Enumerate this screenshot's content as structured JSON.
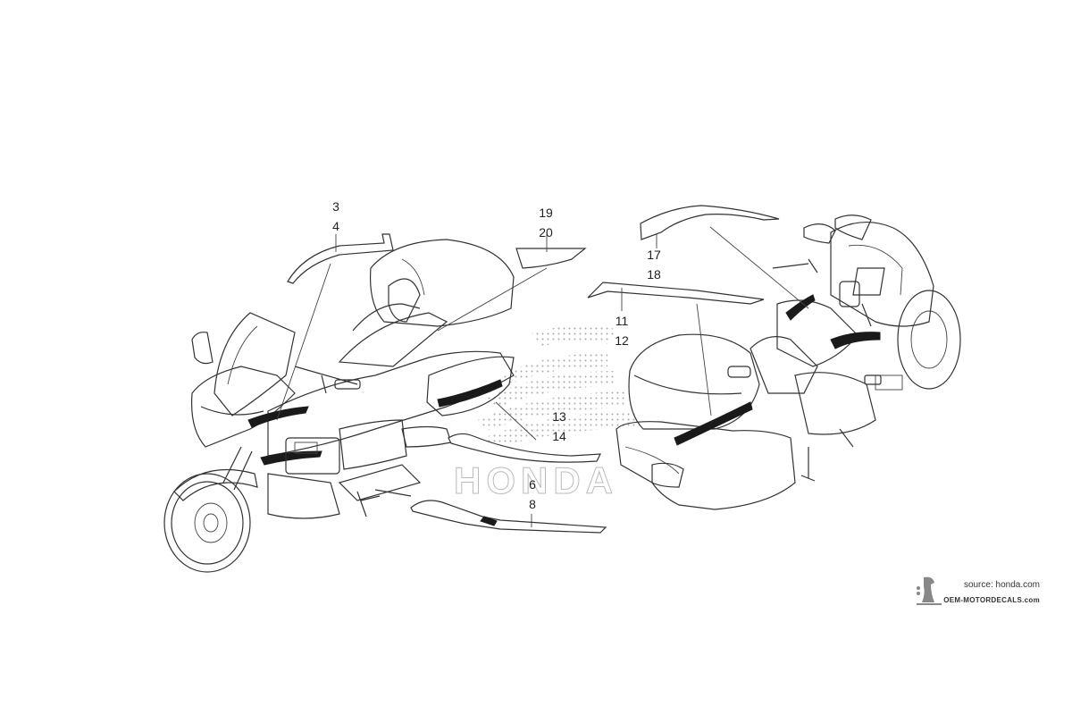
{
  "callouts": [
    {
      "id": "3-4",
      "lines": [
        "3",
        "4"
      ]
    },
    {
      "id": "19-20",
      "lines": [
        "19",
        "20"
      ]
    },
    {
      "id": "17-18",
      "lines": [
        "17",
        "18"
      ]
    },
    {
      "id": "11-12",
      "lines": [
        "11",
        "12"
      ]
    },
    {
      "id": "13-14",
      "lines": [
        "13",
        "14"
      ]
    },
    {
      "id": "6-8",
      "lines": [
        "6",
        "8"
      ]
    }
  ],
  "watermark_text": "HONDA",
  "footer": {
    "source": "source: honda.com",
    "brand": "OEM-MOTORDECALS.com"
  }
}
